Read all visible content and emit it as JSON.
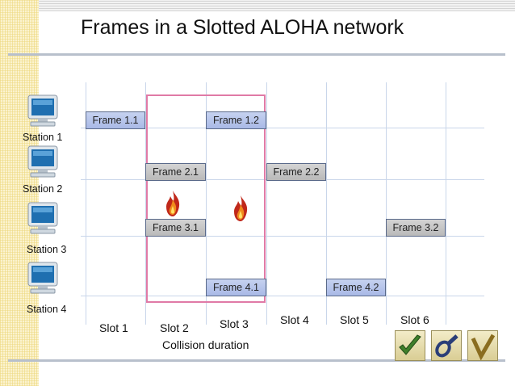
{
  "title": "Frames in a Slotted ALOHA network",
  "stations": [
    {
      "label": "Station 1"
    },
    {
      "label": "Station 2"
    },
    {
      "label": "Station 3"
    },
    {
      "label": "Station 4"
    }
  ],
  "frames": {
    "f11": "Frame 1.1",
    "f12": "Frame 1.2",
    "f21": "Frame 2.1",
    "f22": "Frame 2.2",
    "f31": "Frame 3.1",
    "f32": "Frame 3.2",
    "f41": "Frame 4.1",
    "f42": "Frame 4.2"
  },
  "slots": [
    "Slot 1",
    "Slot 2",
    "Slot 3",
    "Slot 4",
    "Slot 5",
    "Slot 6"
  ],
  "collision_label": "Collision duration",
  "icons": [
    "computer-icon",
    "fire-icon",
    "checkmark-logo-icon"
  ],
  "colors": {
    "frame_blue": "#b3c2ea",
    "frame_gray": "#c4c4c4",
    "collision_box": "#e07aa6"
  }
}
